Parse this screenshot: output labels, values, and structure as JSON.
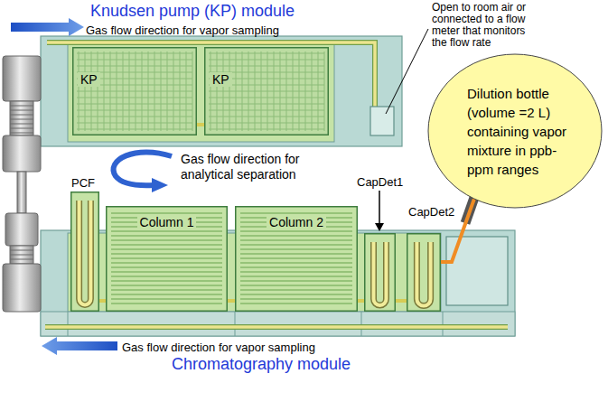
{
  "diagram": {
    "nodes": [
      {
        "text": [
          "Knudsen pump (KP) module"
        ]
      },
      {
        "text": [
          "KP"
        ],
        "in": 0
      },
      {
        "text": [
          "KP"
        ],
        "in": 0
      },
      {
        "text": [
          "Chromatography module"
        ]
      },
      {
        "text": [
          "PCF"
        ],
        "in": 3
      },
      {
        "text": [
          "Column 1"
        ],
        "in": 3
      },
      {
        "text": [
          "Column 2"
        ],
        "in": 3
      },
      {
        "text": [
          "CapDet1"
        ],
        "in": 3
      },
      {
        "text": [
          "CapDet2"
        ],
        "in": 3
      },
      {
        "text": [
          "Dilution bottle (volume =2 L) containing vapor mixture in ppb-ppm ranges"
        ]
      }
    ],
    "edges": [
      {
        "from": 9,
        "to": 8,
        "arrow": "none"
      },
      {
        "from": 8,
        "to": 7,
        "arrow": "none"
      },
      {
        "from": 7,
        "to": 6,
        "arrow": "none"
      },
      {
        "from": 6,
        "to": 5,
        "arrow": "none"
      },
      {
        "from": 5,
        "to": 4,
        "arrow": "none"
      },
      {
        "from": 2,
        "to": 1,
        "arrow": "none"
      }
    ],
    "labels": [
      "Gas flow direction for vapor sampling",
      "Open to room air or connected to a flow meter that monitors the flow rate",
      "Gas flow direction for analytical separation",
      "Gas flow direction for vapor sampling"
    ]
  }
}
